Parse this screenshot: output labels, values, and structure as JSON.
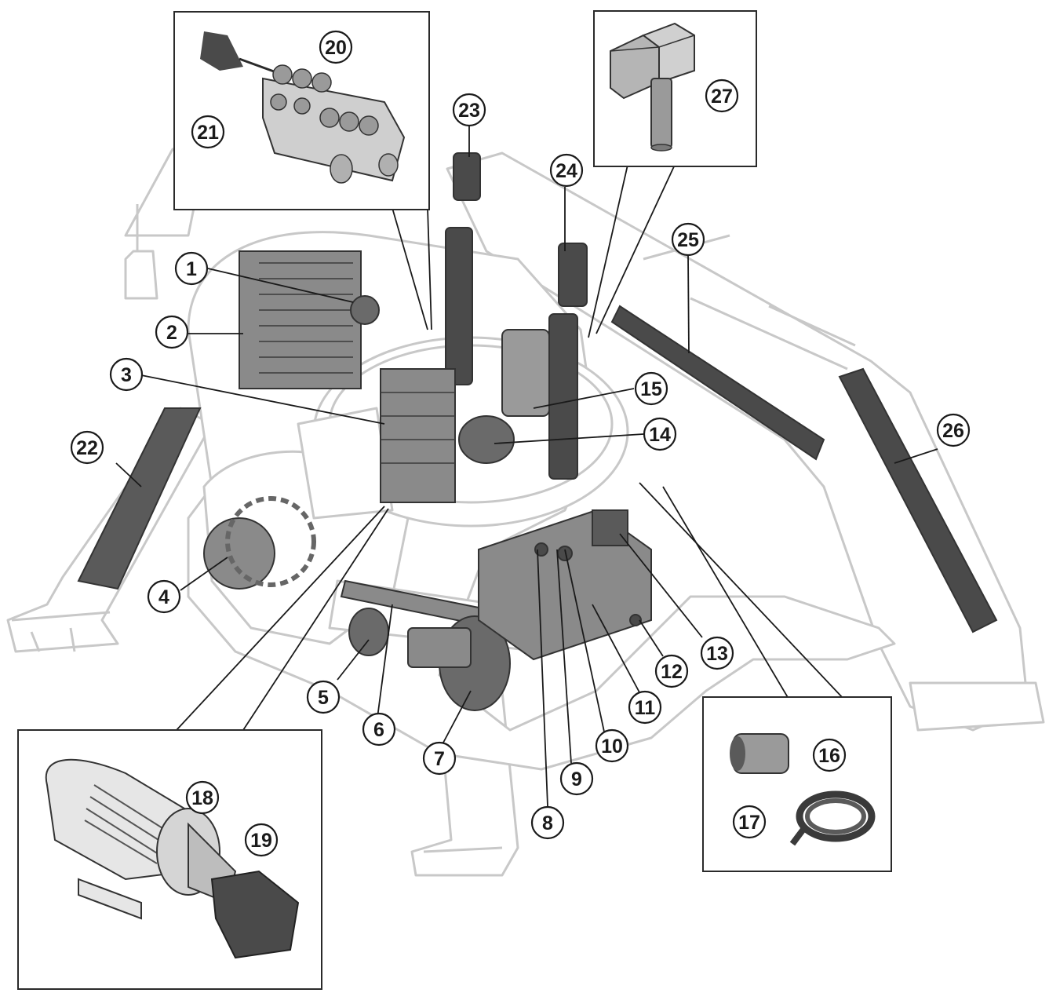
{
  "diagram": {
    "callouts": [
      "1",
      "2",
      "3",
      "4",
      "5",
      "6",
      "7",
      "8",
      "9",
      "10",
      "11",
      "12",
      "13",
      "14",
      "15",
      "16",
      "17",
      "18",
      "19",
      "20",
      "21",
      "22",
      "23",
      "24",
      "25",
      "26",
      "27"
    ]
  },
  "colors": {
    "outline": "#c8c8c8",
    "ghost_fill": "#ffffff",
    "component_dark": "#4a4a4a",
    "component_mid": "#8a8a8a",
    "component_light": "#bdbdbd",
    "inset_border": "#2a2a2a",
    "callout_stroke": "#1a1a1a"
  }
}
